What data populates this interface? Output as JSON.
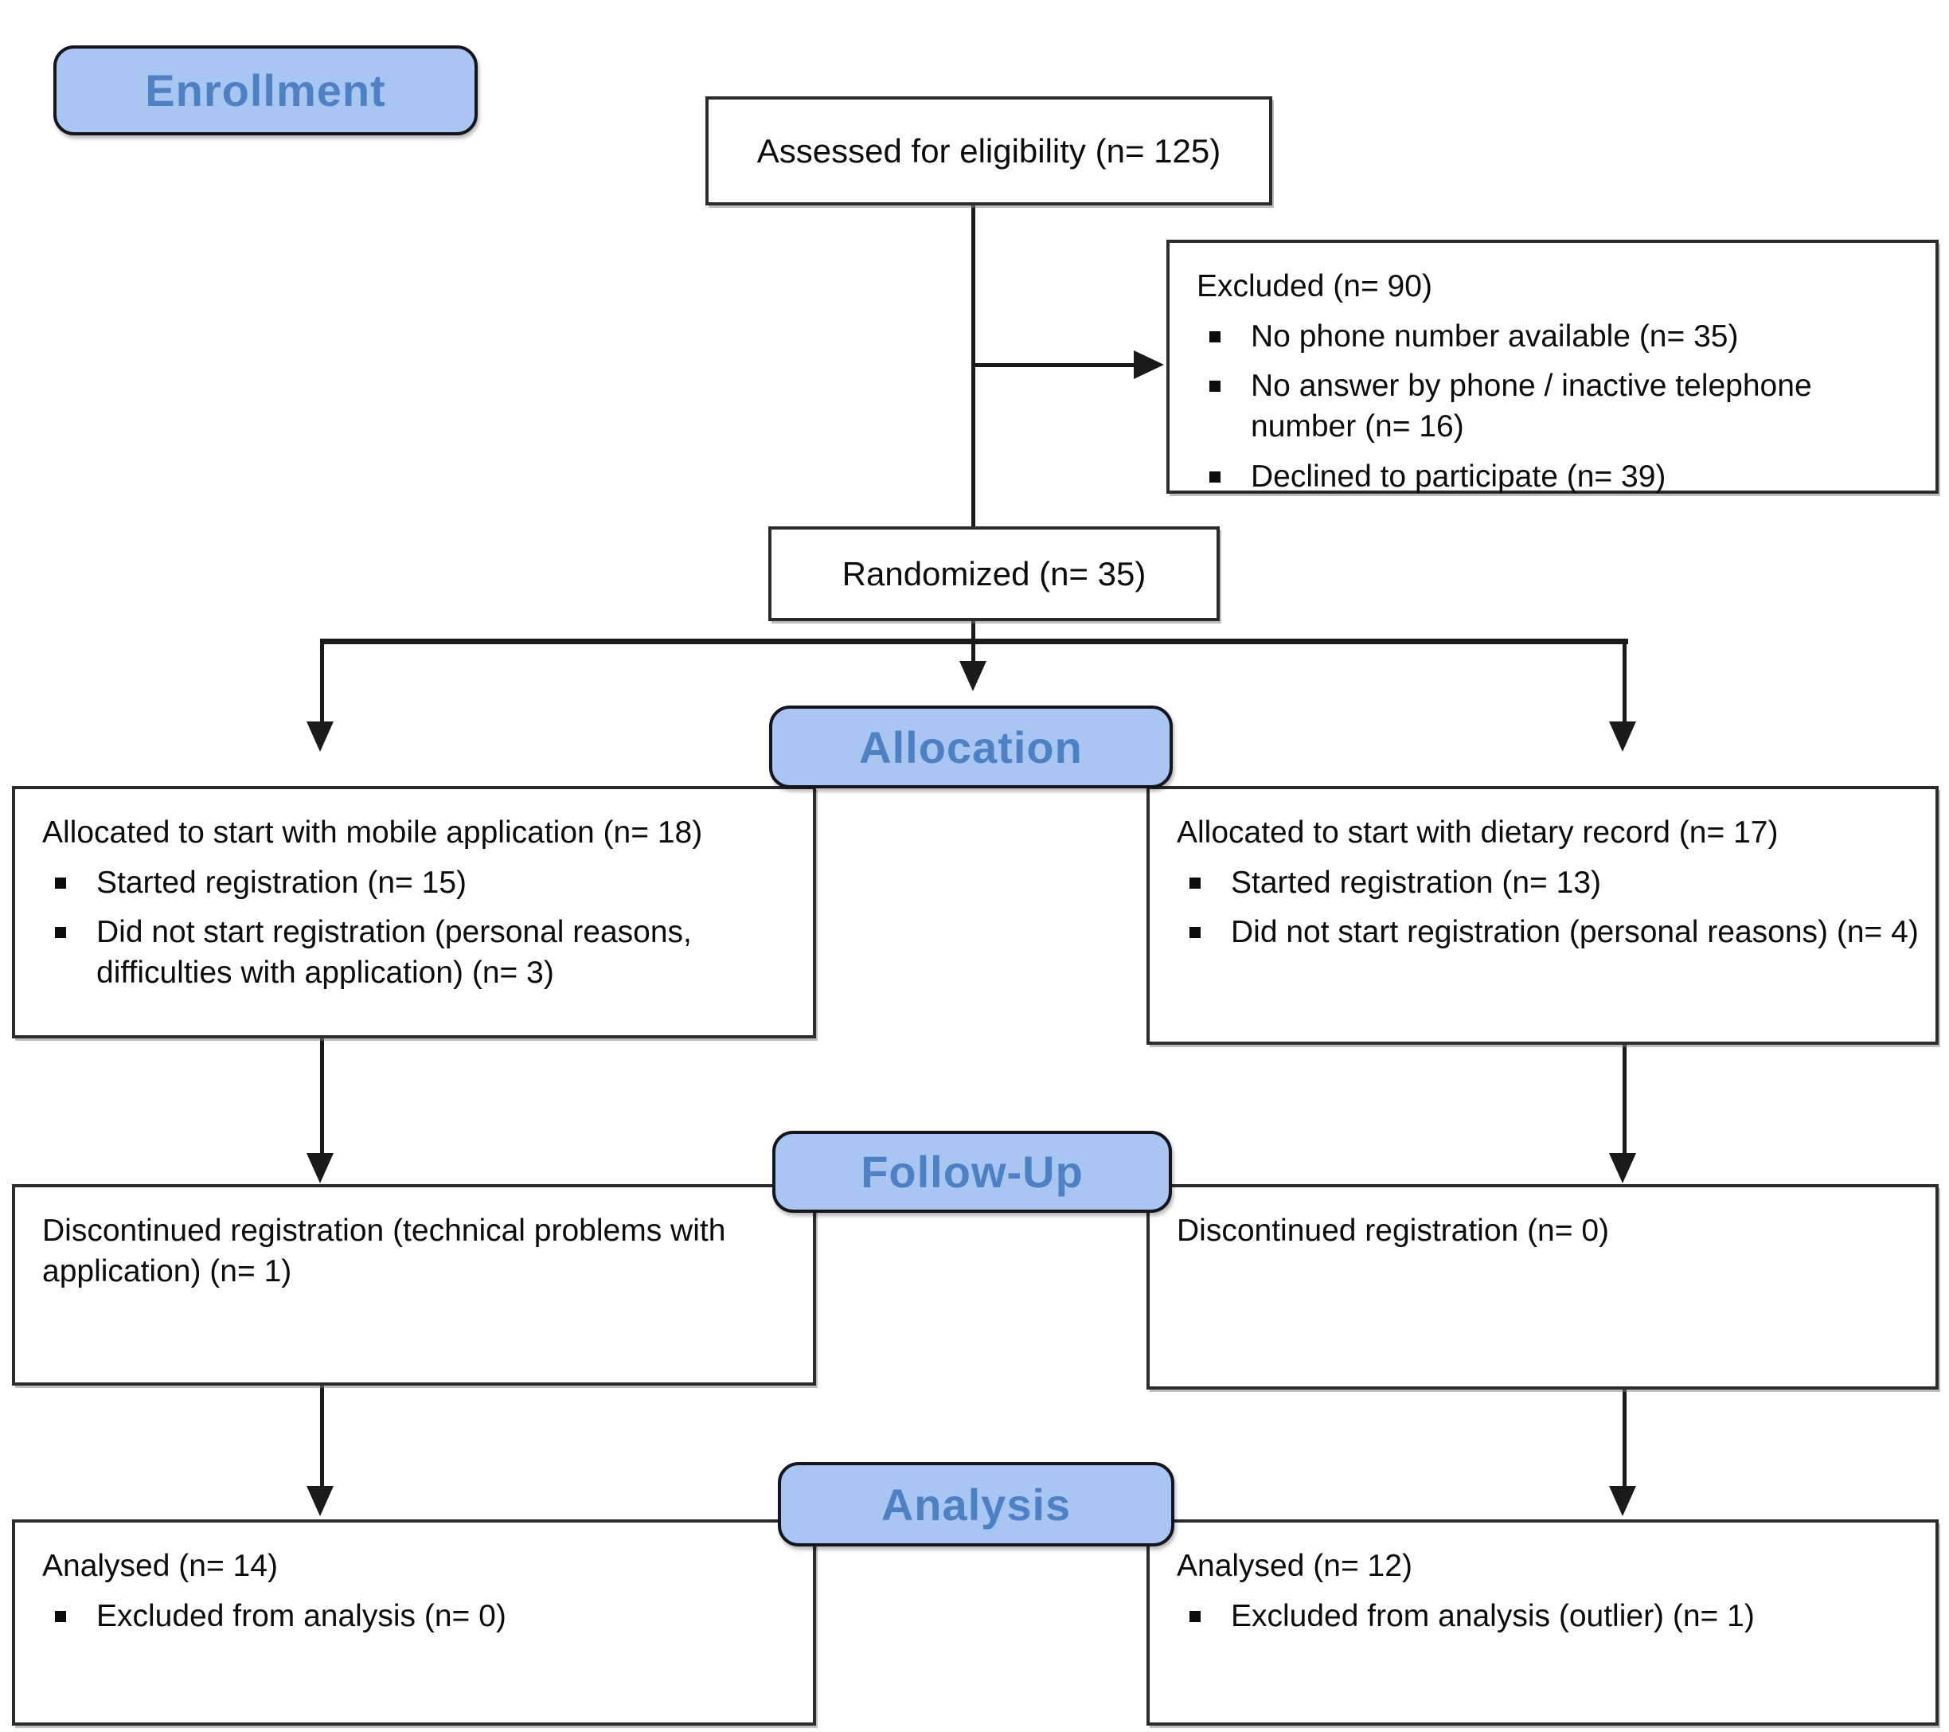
{
  "colors": {
    "stage_fill": "#a9c6f3",
    "stage_text": "#4e80c4",
    "box_border": "#2b2b2b",
    "line": "#1a1a1a",
    "background": "#ffffff"
  },
  "stages": {
    "enrollment": "Enrollment",
    "allocation": "Allocation",
    "follow_up": "Follow-Up",
    "analysis": "Analysis"
  },
  "boxes": {
    "assessed": {
      "text": "Assessed for eligibility (n= 125)"
    },
    "excluded": {
      "title": "Excluded (n= 90)",
      "bullets": [
        "No phone number available (n= 35)",
        "No answer by phone / inactive telephone number (n= 16)",
        "Declined to participate (n= 39)"
      ]
    },
    "randomized": {
      "text": "Randomized (n= 35)"
    },
    "allocation_left": {
      "title": "Allocated to start with mobile application (n= 18)",
      "bullets": [
        "Started registration (n= 15)",
        "Did not start registration (personal reasons, difficulties with application) (n= 3)"
      ]
    },
    "allocation_right": {
      "title": "Allocated to start with dietary record (n= 17)",
      "bullets": [
        "Started registration (n= 13)",
        "Did not start registration (personal reasons) (n= 4)"
      ]
    },
    "followup_left": {
      "title": "Discontinued registration (technical problems with application) (n= 1)"
    },
    "followup_right": {
      "title": "Discontinued registration (n= 0)"
    },
    "analysis_left": {
      "title": "Analysed (n= 14)",
      "bullets": [
        "Excluded from analysis (n= 0)"
      ]
    },
    "analysis_right": {
      "title": "Analysed (n= 12)",
      "bullets": [
        "Excluded from analysis (outlier) (n= 1)"
      ]
    }
  }
}
